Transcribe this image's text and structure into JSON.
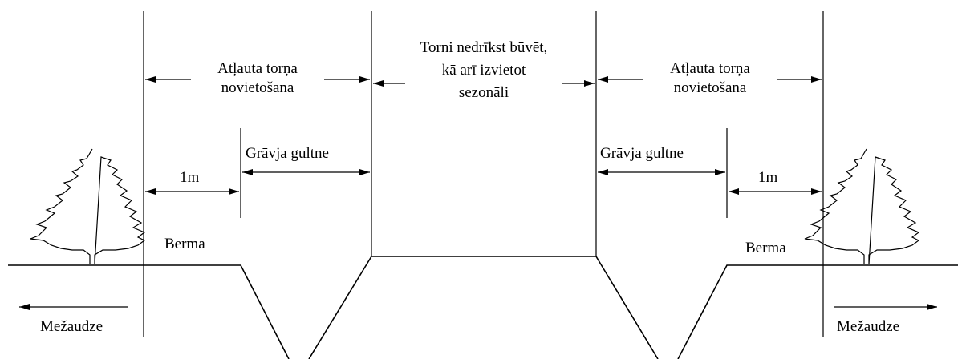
{
  "labels": {
    "allowed_left": "Atļauta torņa novietošana",
    "allowed_right": "Atļauta torņa novietošana",
    "forbidden": "Torni nedrīkst būvēt, kā arī izvietot sezonāli",
    "ditch_left": "Grāvja gultne",
    "ditch_right": "Grāvja gultne",
    "one_m_left": "1m",
    "one_m_right": "1m",
    "berm_left": "Berma",
    "berm_right": "Berma",
    "forest_left": "Mežaudze",
    "forest_right": "Mežaudze"
  },
  "icons": {
    "tree_left": "spruce-tree-icon",
    "tree_right": "spruce-tree-icon"
  },
  "colors": {
    "line": "#000000",
    "background": "#ffffff"
  }
}
